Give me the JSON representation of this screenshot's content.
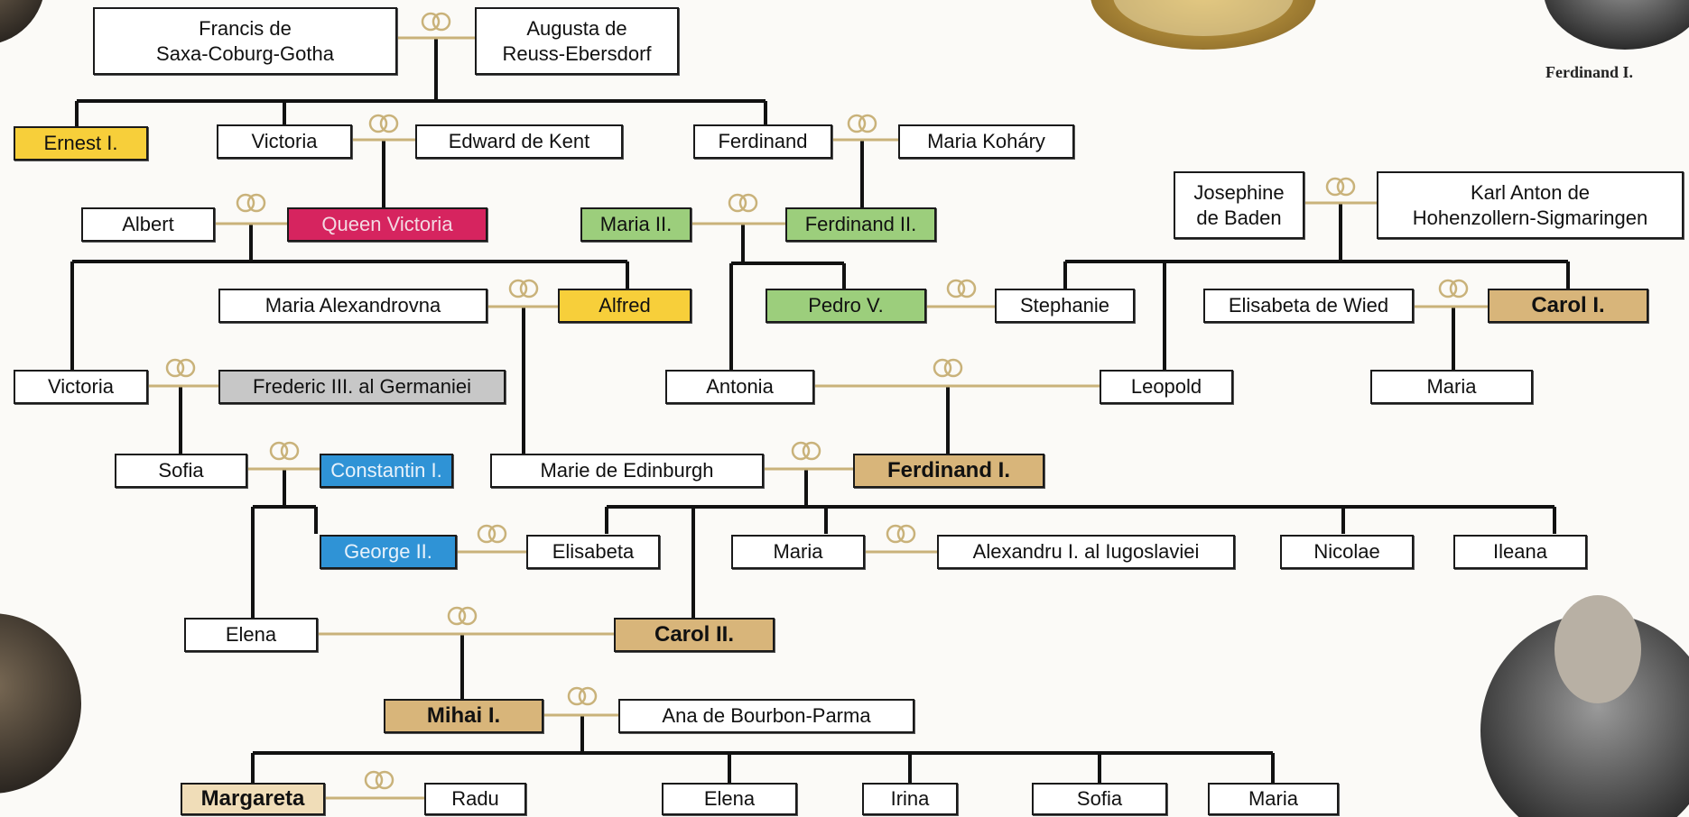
{
  "caption": "Ferdinand I.",
  "colors": {
    "yellow": "#f7cf3a",
    "pink": "#d6245f",
    "green": "#9cce7c",
    "tan": "#d8b57a",
    "cream": "#f0ddb8",
    "gray": "#c7c7c7",
    "blue": "#2f93d6",
    "line_family": "#111111",
    "line_marriage": "#c9b27a"
  },
  "people": {
    "francis": "Francis de\nSaxa-Coburg-Gotha",
    "augusta": "Augusta de\nReuss-Ebersdorf",
    "ernest": "Ernest I.",
    "victoria_kent": "Victoria",
    "edward": "Edward de Kent",
    "ferdinand_sc": "Ferdinand",
    "maria_kohary": "Maria Koháry",
    "josephine": "Josephine\nde Baden",
    "karl_anton": "Karl Anton de\nHohenzollern-Sigmaringen",
    "albert": "Albert",
    "queen_victoria": "Queen Victoria",
    "maria_ii": "Maria II.",
    "ferdinand_ii": "Ferdinand II.",
    "maria_alexandrovna": "Maria Alexandrovna",
    "alfred": "Alfred",
    "pedro_v": "Pedro V.",
    "stephanie": "Stephanie",
    "elisabeta_wied": "Elisabeta de Wied",
    "carol_i": "Carol I.",
    "victoria_pr": "Victoria",
    "frederic": "Frederic III. al Germaniei",
    "antonia": "Antonia",
    "leopold": "Leopold",
    "maria_carol": "Maria",
    "sofia": "Sofia",
    "constantin": "Constantin I.",
    "marie_edinburgh": "Marie de Edinburgh",
    "ferdinand_i": "Ferdinand I.",
    "george_ii": "George II.",
    "elisabeta": "Elisabeta",
    "maria_yug": "Maria",
    "alexandru": "Alexandru I. al Iugoslaviei",
    "nicolae": "Nicolae",
    "ileana": "Ileana",
    "elena_greece": "Elena",
    "carol_ii": "Carol II.",
    "mihai": "Mihai I.",
    "ana": "Ana de Bourbon-Parma",
    "margareta": "Margareta",
    "radu": "Radu",
    "elena": "Elena",
    "irina": "Irina",
    "sofia_m": "Sofia",
    "maria_m": "Maria"
  }
}
